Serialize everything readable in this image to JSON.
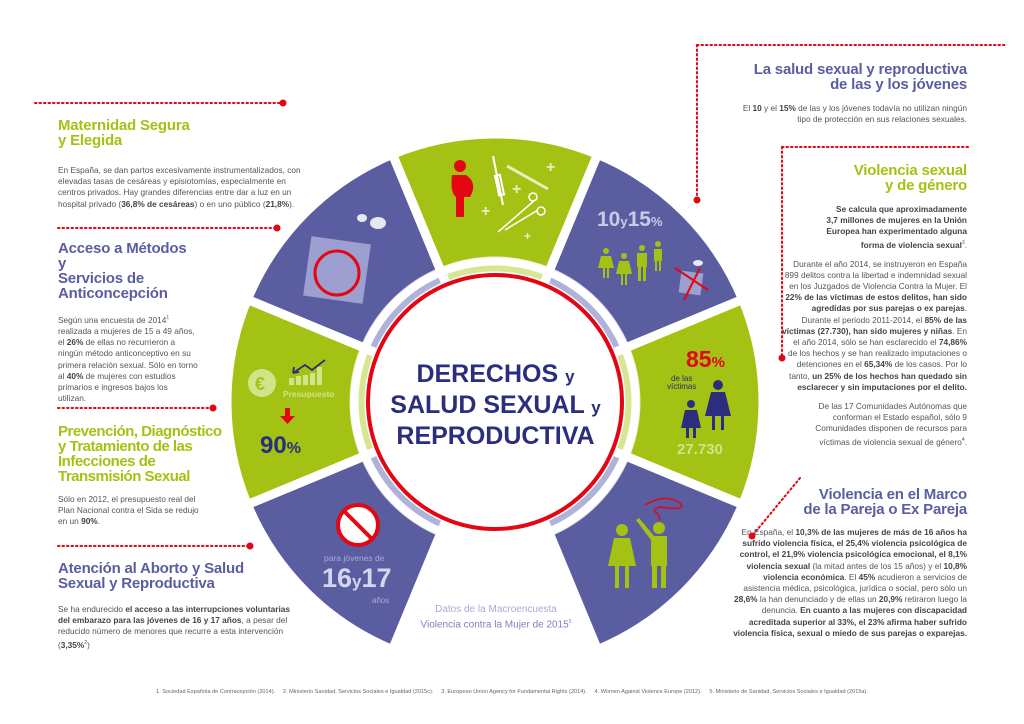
{
  "colors": {
    "blue": "#5a5ea0",
    "green": "#a3c213",
    "red": "#e30613",
    "navy": "#2a2e7c",
    "blue_light": "#9c9fd0",
    "green_light": "#cfe07a"
  },
  "center": {
    "line1": "DERECHOS",
    "y1": "y",
    "line2": "SALUD SEXUAL",
    "y2": "y",
    "line3": "REPRODUCTIVA"
  },
  "wheel": {
    "segments": [
      "green",
      "blue",
      "green",
      "blue",
      "white",
      "blue",
      "green",
      "blue"
    ],
    "youth_stat": {
      "a": "10",
      "y": "y",
      "b": "15",
      "pct": "%"
    },
    "victims": {
      "pct": "85",
      "sym": "%",
      "label1": "de las",
      "label2": "víctimas",
      "count": "27.730"
    },
    "budget": {
      "label": "Presupuesto",
      "value": "90",
      "sym": "%"
    },
    "minors": {
      "label": "para jóvenes de",
      "a": "16",
      "y": "y",
      "b": "17",
      "unit": "años"
    },
    "source": {
      "line1": "Datos de la Macroencuesta",
      "line2": "Violencia contra la Mujer de 2015",
      "sup": "5"
    },
    "icons": [
      "pregnant-woman-icon",
      "syringe-icon",
      "scalpel-icon",
      "scissors-icon",
      "pills-icon",
      "condom-icon",
      "people-icon",
      "no-condom-icon",
      "women-icon",
      "euro-icon",
      "chart-down-icon",
      "arrow-down-icon",
      "no-health-cross-icon",
      "aggressor-icon"
    ]
  },
  "left": [
    {
      "title": [
        "Maternidad Segura",
        "y Elegida"
      ],
      "runs": [
        {
          "t": "En España, se dan partos excesivamente instrumentalizados, con elevadas tasas de cesáreas y episiotomías, especialmente en centros privados. Hay grandes diferencias entre dar a luz en un hospital privado ("
        },
        {
          "t": "36,8% de cesáreas",
          "b": true
        },
        {
          "t": ") o en uno público ("
        },
        {
          "t": "21,8%",
          "b": true
        },
        {
          "t": ")."
        }
      ]
    },
    {
      "title": [
        "Acceso a Métodos y",
        "Servicios de",
        "Anticoncepción"
      ],
      "runs": [
        {
          "t": "Según una encuesta de 2014"
        },
        {
          "t": "1",
          "sup": true
        },
        {
          "t": " realizada a mujeres de 15 a 49 años, el "
        },
        {
          "t": "26%",
          "b": true
        },
        {
          "t": " de ellas no recurrieron a ningún método anticonceptivo en su primera relación sexual. Sólo en torno al "
        },
        {
          "t": "40%",
          "b": true
        },
        {
          "t": " de mujeres con estudios primarios e ingresos bajos los utilizan."
        }
      ]
    },
    {
      "title": [
        "Prevención, Diagnóstico",
        "y Tratamiento de las",
        "Infecciones de",
        "Transmisión Sexual"
      ],
      "runs": [
        {
          "t": "Sólo en 2012, el presupuesto real del Plan Nacional contra el Sida se redujo en un "
        },
        {
          "t": "90%",
          "b": true
        },
        {
          "t": "."
        }
      ]
    },
    {
      "title": [
        "Atención al Aborto y Salud",
        "Sexual y Reproductiva"
      ],
      "runs": [
        {
          "t": "Se ha endurecido "
        },
        {
          "t": "el acceso a las interrupciones voluntarias del embarazo para las jóvenes de 16 y 17 años",
          "b": true
        },
        {
          "t": ", a pesar del reducido número de menores que recurre a esta intervención ("
        },
        {
          "t": "3,35%",
          "b": true
        },
        {
          "t": "2",
          "sup": true
        },
        {
          "t": ")"
        }
      ]
    }
  ],
  "right": [
    {
      "title": [
        "La salud sexual y reproductiva",
        "de las y los jóvenes"
      ],
      "runs": [
        {
          "t": "El "
        },
        {
          "t": "10",
          "b": true
        },
        {
          "t": " y el "
        },
        {
          "t": "15%",
          "b": true
        },
        {
          "t": " de las y los jóvenes todavía no utilizan ningún tipo de protección en sus relaciones sexuales."
        }
      ]
    },
    {
      "title": [
        "Violencia sexual",
        "y de género"
      ],
      "runs": [
        {
          "t": "Se calcula que aproximadamente 3,7 millones de mujeres en la Unión Europea han experimentado alguna forma de violencia sexual",
          "b": true
        },
        {
          "t": "3",
          "sup": true
        },
        {
          "t": "."
        }
      ],
      "runs2": [
        {
          "t": "Durante el año 2014, se instruyeron en España 899 delitos contra la libertad e indemnidad sexual en los Juzgados de Violencia Contra la Mujer. El "
        },
        {
          "t": "22% de las víctimas de estos delitos, han sido agredidas por sus parejas o ex parejas",
          "b": true
        },
        {
          "t": ". Durante el periodo 2011-2014, el "
        },
        {
          "t": "85% de las víctimas (27.730), han sido mujeres y niñas",
          "b": true
        },
        {
          "t": ". En el año 2014, sólo se han esclarecido el "
        },
        {
          "t": "74,86%",
          "b": true
        },
        {
          "t": " de los hechos y se han realizado imputaciones o detenciones en el "
        },
        {
          "t": "65,34%",
          "b": true
        },
        {
          "t": " de los casos. Por lo tanto, "
        },
        {
          "t": "un 25% de los hechos han quedado sin esclarecer y sin imputaciones por el delito.",
          "b": true
        }
      ],
      "runs3": [
        {
          "t": "De las 17 Comunidades Autónomas que conforman el Estado español, sólo 9 Comunidades disponen de recursos para víctimas de violencia sexual de género"
        },
        {
          "t": "4",
          "sup": true
        },
        {
          "t": "."
        }
      ]
    },
    {
      "title": [
        "Violencia en el Marco",
        "de la Pareja o Ex Pareja"
      ],
      "runs": [
        {
          "t": "En España, el "
        },
        {
          "t": "10,3% de las mujeres de más de 16 años ha sufrido violencia física, el 25,4% violencia psicológica de control, el 21,9% violencia psicológica emocional, el 8,1% violencia sexual",
          "b": true
        },
        {
          "t": " (la mitad antes de los 15 años) y el "
        },
        {
          "t": "10,8% violencia económica",
          "b": true
        },
        {
          "t": ". El "
        },
        {
          "t": "45%",
          "b": true
        },
        {
          "t": " acudieron a servicios de asistencia médica, psicológica, jurídica o social, pero sólo un "
        },
        {
          "t": "28,6%",
          "b": true
        },
        {
          "t": " la han denunciado y de ellas un "
        },
        {
          "t": "20,9%",
          "b": true
        },
        {
          "t": " retiraron luego la denuncia. "
        },
        {
          "t": "En cuanto a las mujeres con discapacidad acreditada superior al 33%, el 23% afirma haber sufrido violencia física, sexual o miedo de sus parejas o exparejas.",
          "b": true
        }
      ]
    }
  ],
  "footer": [
    "1. Sociedad Española de Contracepción (2014).",
    "2. Ministerio Sanidad, Servicios Sociales e Igualdad (2015c).",
    "3. European Union Agency for Fundamental Rights (2014).",
    "4. Women Against Violence Europe (2012).",
    "5. Ministerio de Sanidad, Servicios Sociales e Igualdad (2015a)."
  ]
}
